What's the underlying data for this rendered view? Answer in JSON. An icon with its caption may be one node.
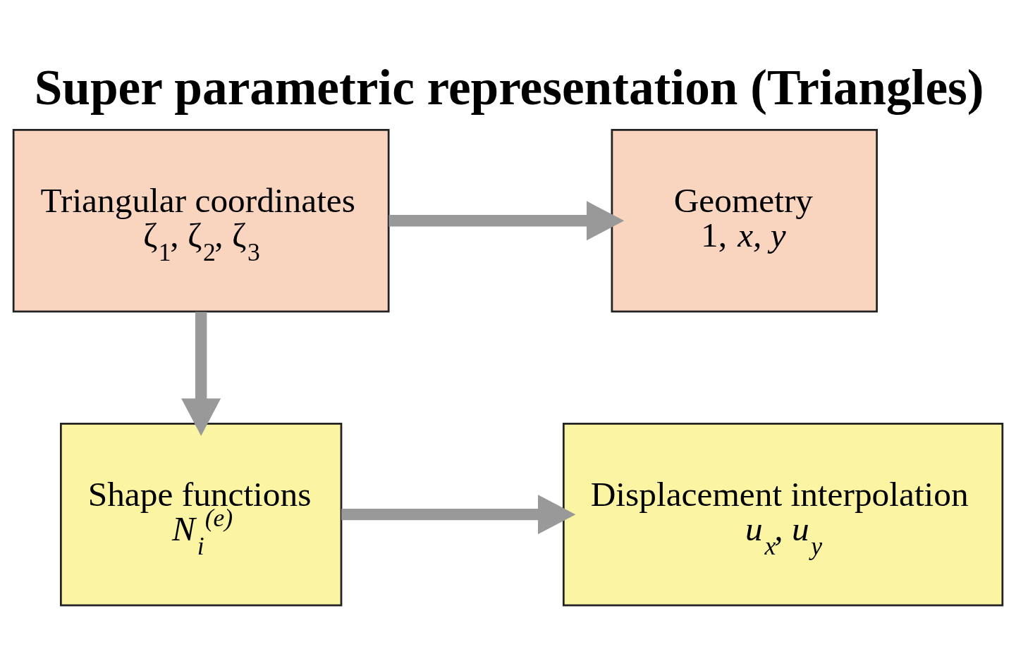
{
  "diagram": {
    "title": "Super parametric representation (Triangles)",
    "nodes": [
      {
        "text": [
          "Triangular coordinates",
          "ζ$_{1}$, ζ$_{2}$, ζ$_{3}$"
        ]
      },
      {
        "text": [
          "Geometry",
          "1, *x, y*"
        ]
      },
      {
        "text": [
          "Shape functions",
          "N$_{i}$$^{(e)}$"
        ]
      },
      {
        "text": [
          "Displacement interpolation",
          "u$_{x}$, u$_{y}$"
        ]
      }
    ],
    "edges": [
      {
        "from": 0,
        "to": 1,
        "arrow": "to"
      },
      {
        "from": 0,
        "to": 2,
        "arrow": "to"
      },
      {
        "from": 2,
        "to": 3,
        "arrow": "to"
      }
    ]
  }
}
